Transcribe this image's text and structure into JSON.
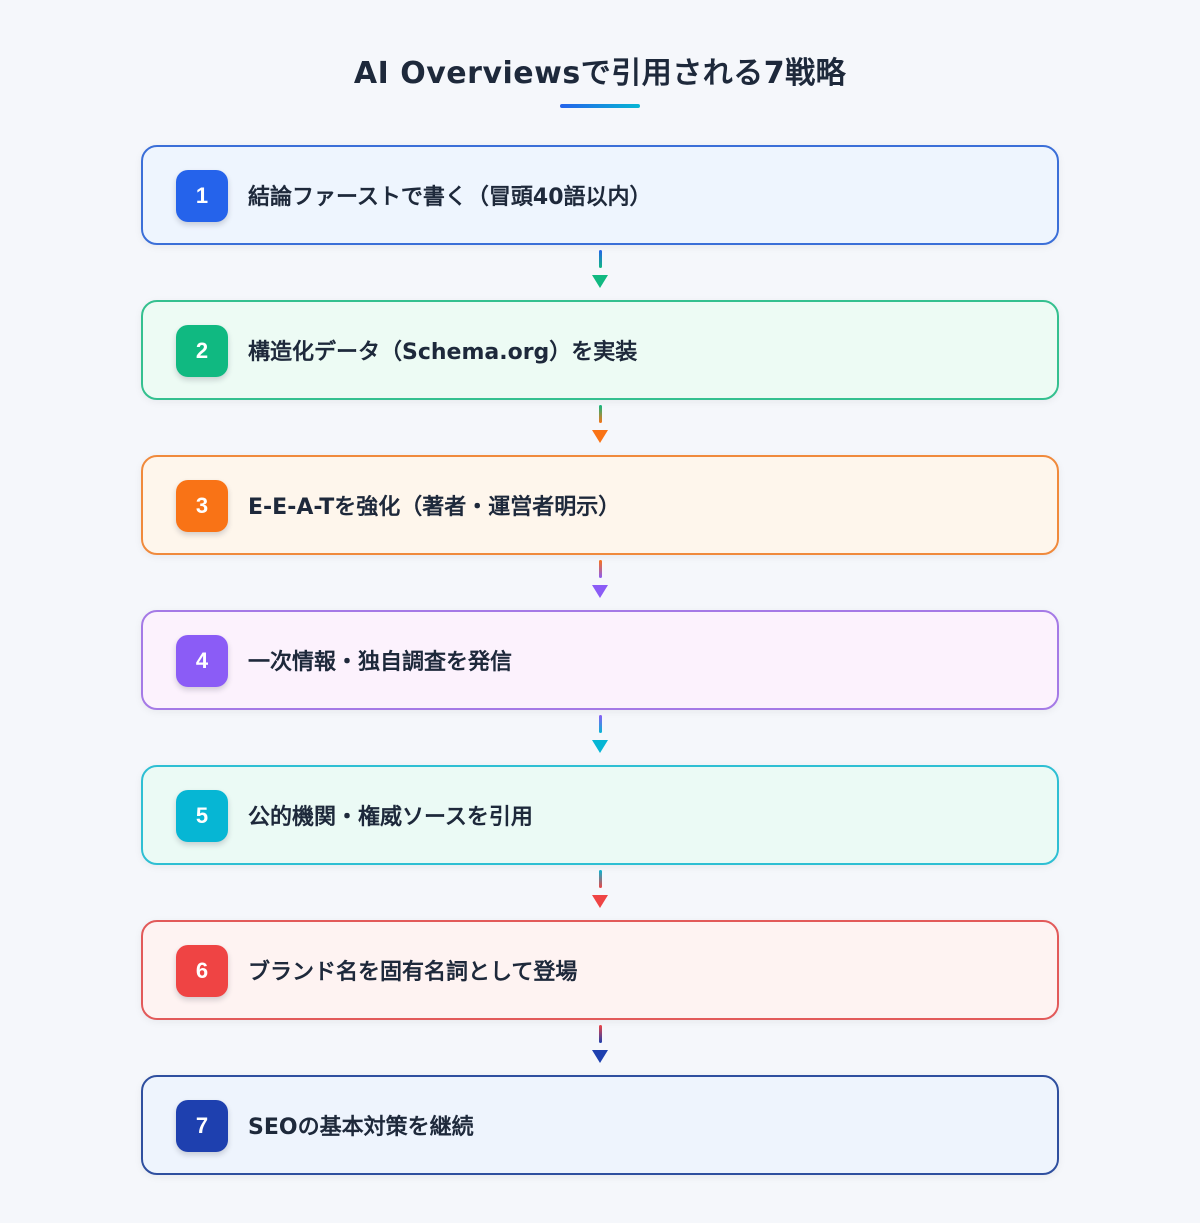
{
  "title": "AI Overviewsで引用される7戦略",
  "steps": [
    {
      "number": "1",
      "label": "結論ファーストで書く（冒頭40語以内）",
      "accent": "#2563eb",
      "border": "#3b6fd8",
      "bg": "#eef5fe"
    },
    {
      "number": "2",
      "label": "構造化データ（Schema.org）を実装",
      "accent": "#10b981",
      "border": "#34c08f",
      "bg": "#edfbf4"
    },
    {
      "number": "3",
      "label": "E-E-A-Tを強化（著者・運営者明示）",
      "accent": "#f97316",
      "border": "#f08a3c",
      "bg": "#fef6ec"
    },
    {
      "number": "4",
      "label": "一次情報・独自調査を発信",
      "accent": "#8b5cf6",
      "border": "#a57ae6",
      "bg": "#fcf2fd"
    },
    {
      "number": "5",
      "label": "公的機関・権威ソースを引用",
      "accent": "#06b6d4",
      "border": "#2ebfd3",
      "bg": "#ebfaf5"
    },
    {
      "number": "6",
      "label": "ブランド名を固有名詞として登場",
      "accent": "#ef4444",
      "border": "#e25a5a",
      "bg": "#fef3f2"
    },
    {
      "number": "7",
      "label": "SEOの基本対策を継続",
      "accent": "#1e40af",
      "border": "#2f4f9f",
      "bg": "#eef4fd"
    }
  ]
}
